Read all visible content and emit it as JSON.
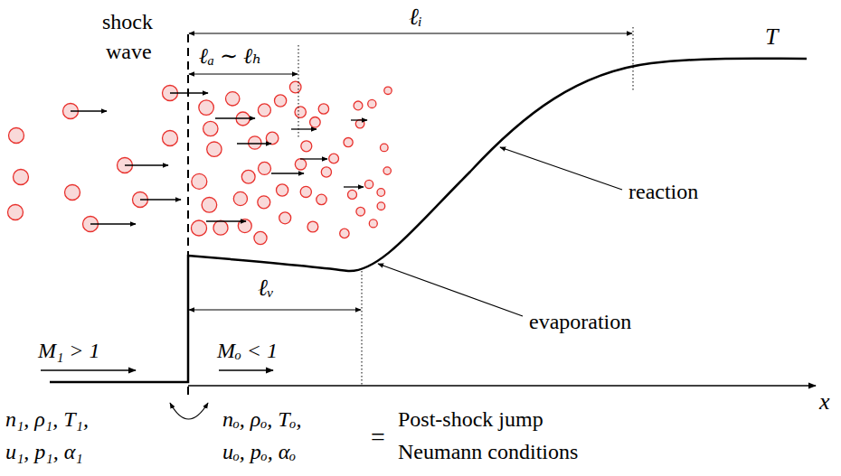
{
  "diagram": {
    "labels": [
      "shock",
      "wave",
      "ℓᵢ",
      "ℓₐ ∼ ℓₕ",
      "T",
      "reaction",
      "ℓᵥ",
      "evaporation",
      "M₁ > 1",
      "Mₒ < 1",
      "x",
      "n₁, ρ₁, T₁,",
      "u₁, p₁, α₁",
      "nₒ, ρₒ, Tₒ,",
      "uₒ, pₒ, αₒ",
      "=",
      "Post-shock jump",
      "Neumann conditions"
    ]
  }
}
